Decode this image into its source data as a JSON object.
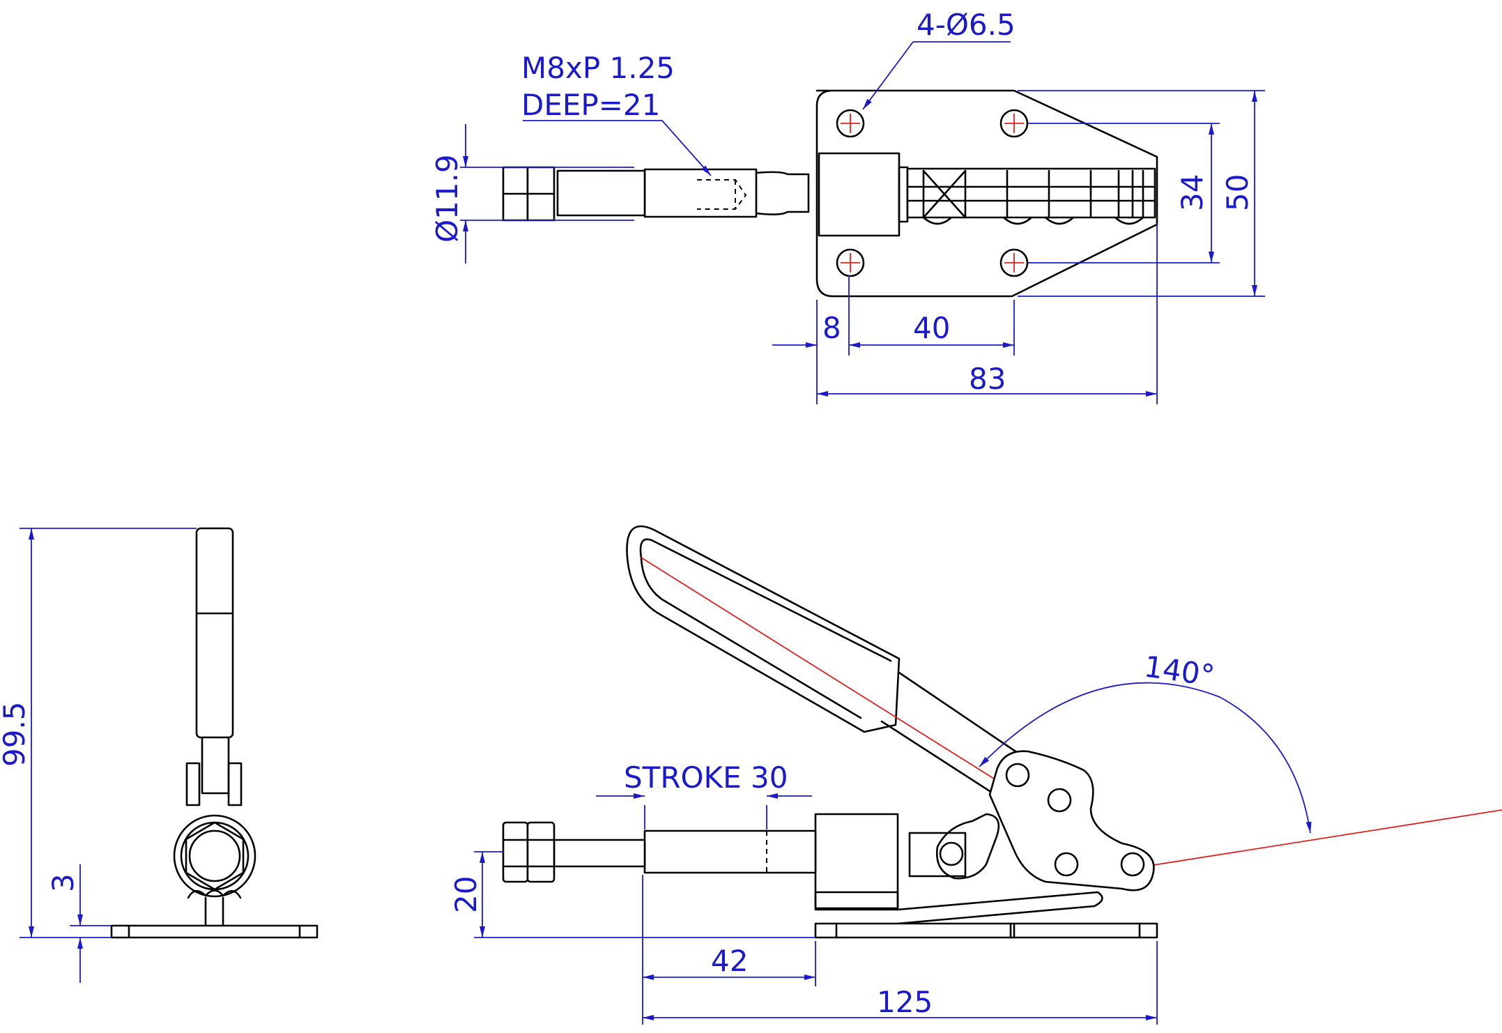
{
  "colors": {
    "dimension": "#1a1acc",
    "centerline": "#e02020",
    "outline": "#000000",
    "background": "#ffffff"
  },
  "top_view": {
    "hole_callout": "4-Ø6.5",
    "thread_callout_line1": "M8xP 1.25",
    "thread_callout_line2": "DEEP=21",
    "dim_diameter": "Ø11.9",
    "dim_8": "8",
    "dim_40": "40",
    "dim_83": "83",
    "dim_34": "34",
    "dim_50": "50"
  },
  "side_view": {
    "dim_height": "99.5",
    "dim_base": "3"
  },
  "front_view": {
    "stroke_label": "STROKE 30",
    "dim_20": "20",
    "dim_42": "42",
    "dim_125": "125",
    "angle_label": "140°"
  }
}
